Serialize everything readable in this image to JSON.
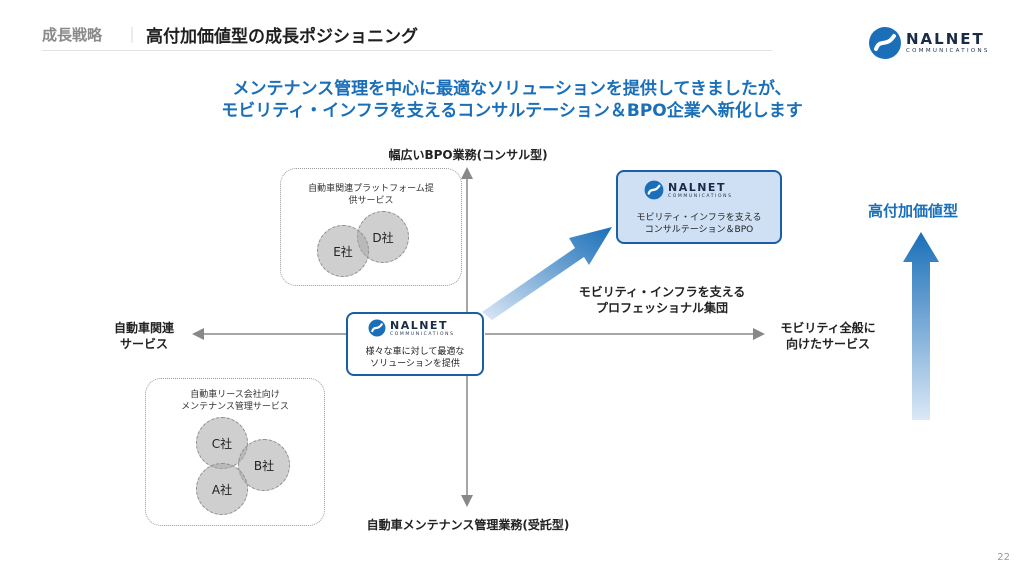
{
  "header": {
    "section": "成長戦略",
    "separator": "｜",
    "title": "高付加価値型の成長ポジショニング"
  },
  "brand": {
    "name": "NALNET",
    "sub": "COMMUNICATIONS",
    "accent": "#1a6fb8"
  },
  "headline": {
    "line1": "メンテナンス管理を中心に最適なソリューションを提供してきましたが、",
    "line2": "モビリティ・インフラを支えるコンサルテーション＆BPO企業へ新化します"
  },
  "axes": {
    "top": "幅広いBPO業務(コンサル型)",
    "bottom": "自動車メンテナンス管理業務(受託型)",
    "left_line1": "自動車関連",
    "left_line2": "サービス",
    "right_line1": "モビリティ全般に",
    "right_line2": "向けたサービス"
  },
  "groups": {
    "platform": {
      "label_line1": "自動車関連プラットフォーム提",
      "label_line2": "供サービス",
      "companies": [
        "E社",
        "D社"
      ]
    },
    "lease": {
      "label_line1": "自動車リース会社向け",
      "label_line2": "メンテナンス管理サービス",
      "companies": [
        "C社",
        "B社",
        "A社"
      ]
    }
  },
  "current": {
    "desc_line1": "様々な車に対して最適な",
    "desc_line2": "ソリューションを提供"
  },
  "target": {
    "desc_line1": "モビリティ・インフラを支える",
    "desc_line2": "コンサルテーション＆BPO"
  },
  "arrow_label": {
    "line1": "モビリティ・インフラを支える",
    "line2": "プロフェッショナル集団"
  },
  "value_label": "高付加価値型",
  "page_number": "22"
}
